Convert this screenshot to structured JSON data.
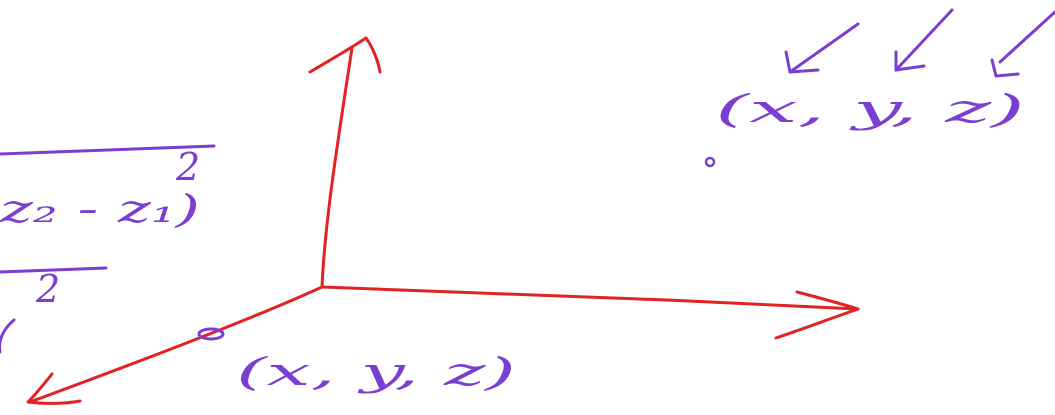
{
  "colors": {
    "axis_ink": "#e02424",
    "annotation_ink": "#7a3fd0",
    "background": "#ffffff"
  },
  "handwriting": {
    "point_upper_right": "(x, y, z)",
    "point_on_axis": "(x, y, z)",
    "formula_fragment_top": "z₂ - z₁)",
    "formula_exponent_top": "2",
    "formula_exponent_lower": "2"
  }
}
